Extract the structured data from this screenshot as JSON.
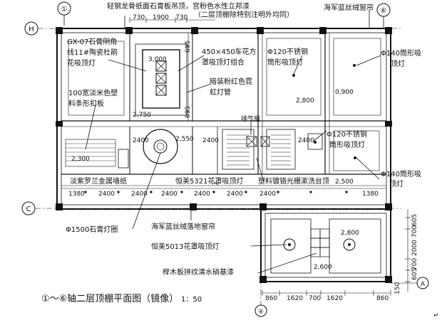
{
  "title": "①～⑥轴二层顶棚平面图（镜像）",
  "scale": "1：50",
  "axes": {
    "a1": "①",
    "a6": "⑥",
    "a4": "④",
    "aH": "H",
    "aC": "C",
    "aA": "A"
  },
  "notes": {
    "top_note_1": "轻钢龙骨纸面石膏板吊顶，宫粉色水性立邦漆",
    "top_note_2": "（二层顶棚除特别注明外均同）",
    "curtain_top": "海军蓝丝绒窗帘",
    "gx07_1": "GX-07石膏阴角",
    "gx07_2": "线11#陶瓷杜鹃",
    "gx07_3": "花吸顶灯",
    "pvc_1": "100宽淡米色塑",
    "pvc_2": "料条形扣板",
    "flower_1": "450×450车花方",
    "flower_2": "罩吸顶灯组合",
    "neon_1": "暗装粉红色霓",
    "neon_2": "虹灯管",
    "ss120_a1": "Φ120不锈钢",
    "ss120_a2": "筒形吸顶灯",
    "ss140_a1": "Φ140筒形吸",
    "ss140_a2": "顶灯",
    "exhaust": "排气扇",
    "ss120_b1": "Φ120不锈钢",
    "ss120_b2": "筒形吸顶灯",
    "ss140_b1": "Φ140筒形吸",
    "ss140_b2": "顶灯",
    "wallpaper": "淡紫罗兰金属墙纸",
    "hengmei5321": "恒美5321花罩吸顶灯",
    "plastic_grille": "塑料镀铬光栅漱洗台顶",
    "plaster_ring": "Φ1500石膏灯圈",
    "curtain_floor": "海军蓝丝绒落地窗帘",
    "hengmei5013": "恒美5013花罩吸顶灯",
    "wood_panel": "榉木板拼纹清水硝基漆"
  },
  "elevations": {
    "e3000": "3,000",
    "e2750": "2,750",
    "e2550": "2,550",
    "e2800a": "2,800",
    "e2300": "2,300",
    "e0900": "0,900",
    "e2500": "2,500",
    "e2800b": "2,800",
    "e2600": "2,600"
  },
  "dimensions": {
    "top_730a": "730",
    "top_1900": "1900",
    "top_730b": "730",
    "side_695a": "695",
    "side_695b": "695",
    "mid_2400a": "2400",
    "mid_2400b": "2400",
    "mid_2400c": "2400",
    "row_1380a": "1380",
    "row_2400a": "2400",
    "row_2400b": "2400",
    "row_2400c": "2400",
    "row_2400d": "2400",
    "row_2400e": "2400",
    "row_2400f": "2400",
    "row_1380b": "1380",
    "bot_860a": "860",
    "bot_1620a": "1620",
    "bot_700": "700",
    "bot_1620b": "1620",
    "bot_860b": "860",
    "rs_605a": "605",
    "rs_700a": "700",
    "rs_2000": "2000",
    "rs_700b": "700",
    "rs_605b": "605",
    "rs_150": "150"
  },
  "footer_mark": "↵"
}
